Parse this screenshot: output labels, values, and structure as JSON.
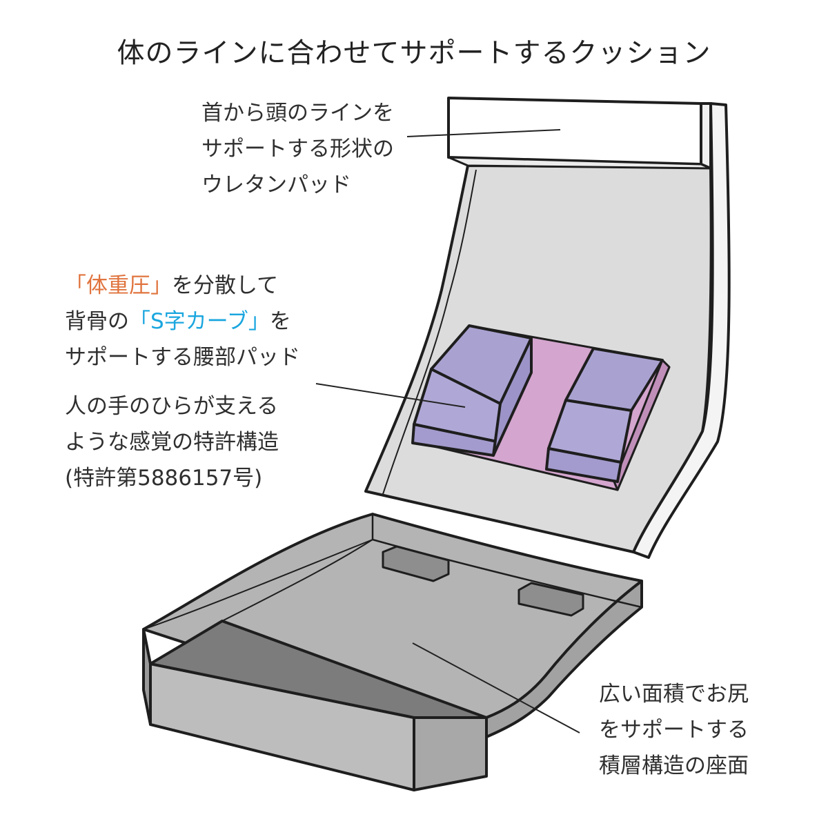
{
  "title": "体のラインに合わせてサポートするクッション",
  "head_pad": {
    "lines": [
      "首から頭のラインを",
      "サポートする形状の",
      "ウレタンパッド"
    ]
  },
  "lumbar_pad": {
    "line1_pre": "「体重圧」",
    "line1_post": "を分散して",
    "line2_pre": "背骨の",
    "line2_em": "「S字カーブ」",
    "line2_post": "を",
    "line3": "サポートする腰部パッド",
    "line4": "人の手のひらが支える",
    "line5": "ような感覚の特許構造",
    "line6": "(特許第5886157号)"
  },
  "seat": {
    "lines": [
      "広い面積でお尻",
      "をサポートする",
      "積層構造の座面"
    ]
  },
  "colors": {
    "back_panel": "#dcdcdc",
    "seat_panel": "#b4b4b4",
    "seat_front": "#7c7c7c",
    "lumbar_block": "#afa8d6",
    "lumbar_base": "#d4a5ce",
    "accent_orange": "#e0743e",
    "accent_blue": "#1aa6df"
  }
}
